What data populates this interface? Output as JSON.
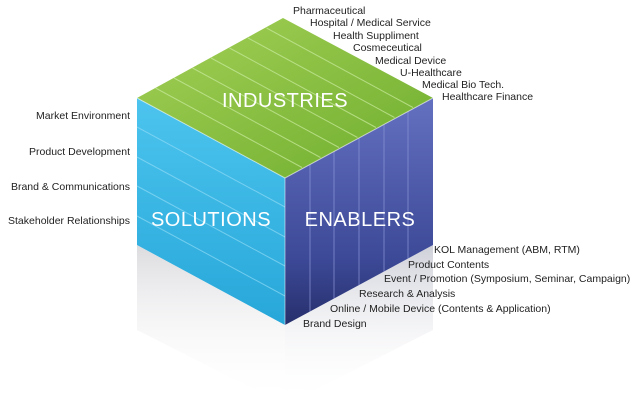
{
  "faces": {
    "top": "INDUSTRIES",
    "left": "SOLUTIONS",
    "right": "ENABLERS"
  },
  "industries": [
    "Pharmaceutical",
    "Hospital / Medical Service",
    "Health Suppliment",
    "Cosmeceutical",
    "Medical Device",
    "U-Healthcare",
    "Medical Bio Tech.",
    "Healthcare Finance"
  ],
  "solutions": [
    "Market Environment",
    "Product Development",
    "Brand & Communications",
    "Stakeholder Relationships"
  ],
  "enablers": [
    "KOL Management (ABM, RTM)",
    "Product Contents",
    "Event / Promotion (Symposium, Seminar, Campaign)",
    "Research & Analysis",
    "Online / Mobile Device  (Contents & Application)",
    "Brand Design"
  ],
  "colors": {
    "top_face": "#8cc43f",
    "left_face": "#3bb8e5",
    "right_face": "#4a57a8"
  }
}
